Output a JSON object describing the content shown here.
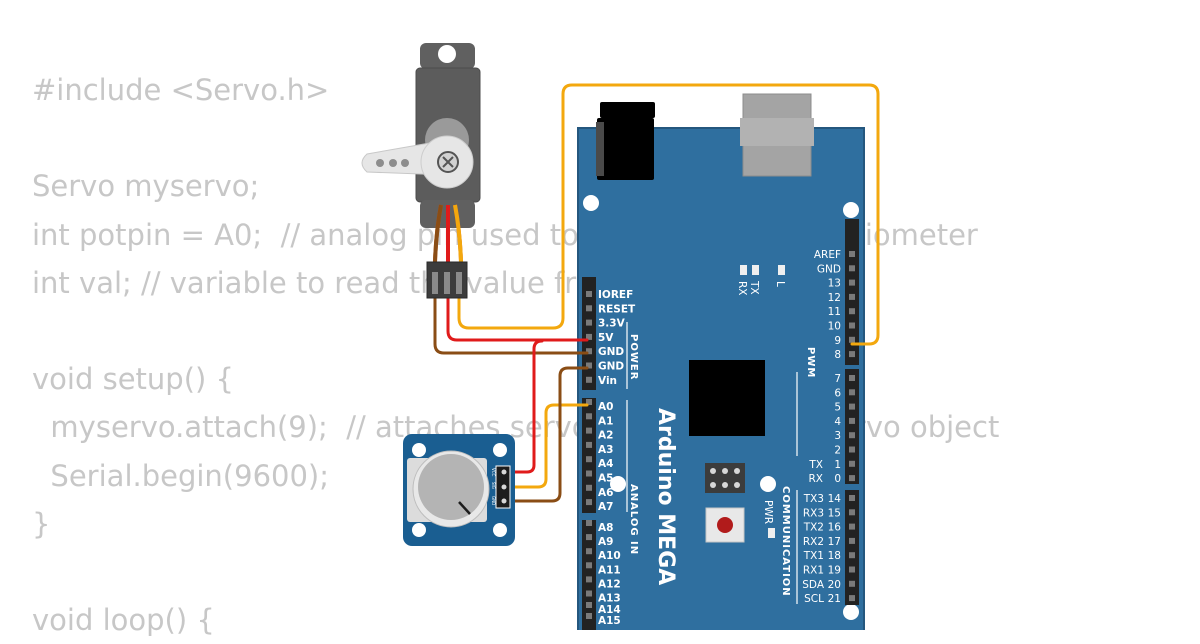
{
  "code_lines": [
    "#include <Servo.h>",
    "",
    "Servo myservo;",
    "int potpin = A0;  // analog pin used to connect the potentiometer",
    "int val; // variable to read the value from the analog pin",
    "",
    "void setup() {",
    "  myservo.attach(9);  // attaches servo on pin 9 to the servo object",
    "  Serial.begin(9600);",
    "}",
    "",
    "void loop() {"
  ],
  "board": {
    "name": "Arduino MEGA",
    "power_label": "POWER",
    "analog_label": "ANALOG IN",
    "pwm_label": "PWM",
    "comm_label": "COMMUNICATION",
    "pwr_led_label": "PWR",
    "led_labels": {
      "rx": "RX",
      "tx": "TX",
      "l": "L"
    },
    "power_pins": [
      "IOREF",
      "RESET",
      "3.3V",
      "5V",
      "GND",
      "GND",
      "Vin"
    ],
    "analog_pins": [
      "A0",
      "A1",
      "A2",
      "A3",
      "A4",
      "A5",
      "A6",
      "A7",
      "A8",
      "A9",
      "A10",
      "A11",
      "A12",
      "A13",
      "A14",
      "A15"
    ],
    "digital_top": [
      "AREF",
      "GND",
      "13",
      "12",
      "11",
      "10",
      "9",
      "8"
    ],
    "digital_pwm": [
      "7",
      "6",
      "5",
      "4",
      "3",
      "2",
      "1",
      "0"
    ],
    "digital_pwm_prefix": [
      "",
      "",
      "",
      "",
      "",
      "",
      "TX",
      "RX"
    ],
    "comm_pins": [
      {
        "label": "TX3",
        "num": "14"
      },
      {
        "label": "RX3",
        "num": "15"
      },
      {
        "label": "TX2",
        "num": "16"
      },
      {
        "label": "RX2",
        "num": "17"
      },
      {
        "label": "TX1",
        "num": "18"
      },
      {
        "label": "RX1",
        "num": "19"
      },
      {
        "label": "SDA",
        "num": "20"
      },
      {
        "label": "SCL",
        "num": "21"
      }
    ]
  },
  "potentiometer": {
    "pin_labels": [
      "VCC",
      "SIG",
      "GND"
    ]
  },
  "colors": {
    "code_text": "#c7c7c7",
    "board_blue": "#2f6f9f",
    "board_edge": "#24577e",
    "wire_red": "#e01b1b",
    "wire_orange": "#f3a80e",
    "wire_brown": "#8a4d15",
    "servo_gray": "#5c5c5c"
  }
}
